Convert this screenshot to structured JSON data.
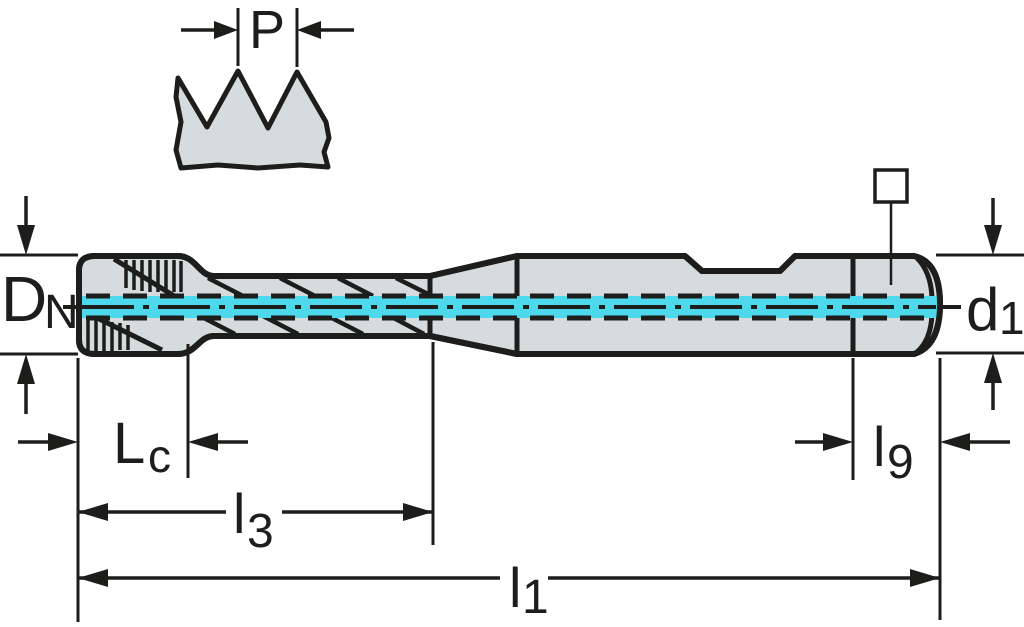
{
  "drawing": {
    "kind": "technical dimension drawing",
    "views": [
      "thread profile detail",
      "tap side view"
    ]
  },
  "dimensions": {
    "pitch": {
      "label": "P"
    },
    "nominal_diameter": {
      "base": "D",
      "sub": "N"
    },
    "shank_diameter": {
      "base": "d",
      "sub": "1"
    },
    "chamfer_length": {
      "base": "L",
      "sub": "c"
    },
    "thread_length": {
      "base": "l",
      "sub": "3"
    },
    "overall_length": {
      "base": "l",
      "sub": "1"
    },
    "square_length": {
      "base": "l",
      "sub": "9"
    }
  },
  "icons": {
    "square_drive": "square-outline"
  },
  "colors": {
    "outline": "#1d1d1b",
    "body_fill": "#d6dcde",
    "coolant_line": "#4dd8ec",
    "background": "#ffffff"
  }
}
